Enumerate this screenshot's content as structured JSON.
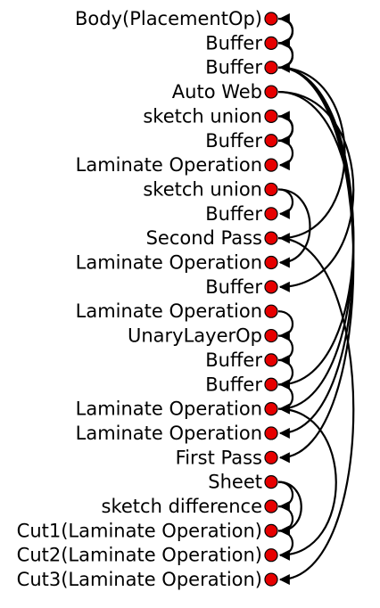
{
  "graph": {
    "colors": {
      "node_fill": "#e60000",
      "node_stroke": "#000000",
      "edge": "#000000",
      "text": "#000000"
    },
    "nodes": [
      {
        "id": 0,
        "label": "Body(PlacementOp)"
      },
      {
        "id": 1,
        "label": "Buffer"
      },
      {
        "id": 2,
        "label": "Buffer"
      },
      {
        "id": 3,
        "label": "Auto Web"
      },
      {
        "id": 4,
        "label": "sketch union"
      },
      {
        "id": 5,
        "label": "Buffer"
      },
      {
        "id": 6,
        "label": "Laminate Operation"
      },
      {
        "id": 7,
        "label": "sketch union"
      },
      {
        "id": 8,
        "label": "Buffer"
      },
      {
        "id": 9,
        "label": "Second Pass"
      },
      {
        "id": 10,
        "label": "Laminate Operation"
      },
      {
        "id": 11,
        "label": "Buffer"
      },
      {
        "id": 12,
        "label": "Laminate Operation"
      },
      {
        "id": 13,
        "label": "UnaryLayerOp"
      },
      {
        "id": 14,
        "label": "Buffer"
      },
      {
        "id": 15,
        "label": "Buffer"
      },
      {
        "id": 16,
        "label": "Laminate Operation"
      },
      {
        "id": 17,
        "label": "Laminate Operation"
      },
      {
        "id": 18,
        "label": "First Pass"
      },
      {
        "id": 19,
        "label": "Sheet"
      },
      {
        "id": 20,
        "label": "sketch difference"
      },
      {
        "id": 21,
        "label": "Cut1(Laminate Operation)"
      },
      {
        "id": 22,
        "label": "Cut2(Laminate Operation)"
      },
      {
        "id": 23,
        "label": "Cut3(Laminate Operation)"
      }
    ],
    "edges": [
      {
        "from": 0,
        "to": 1
      },
      {
        "from": 1,
        "to": 0
      },
      {
        "from": 1,
        "to": 2
      },
      {
        "from": 2,
        "to": 1
      },
      {
        "from": 2,
        "to": 9
      },
      {
        "from": 2,
        "to": 16
      },
      {
        "from": 2,
        "to": 17
      },
      {
        "from": 2,
        "to": 18
      },
      {
        "from": 3,
        "to": 11
      },
      {
        "from": 3,
        "to": 15
      },
      {
        "from": 4,
        "to": 5
      },
      {
        "from": 5,
        "to": 4
      },
      {
        "from": 5,
        "to": 6
      },
      {
        "from": 7,
        "to": 8
      },
      {
        "from": 7,
        "to": 10
      },
      {
        "from": 9,
        "to": 23
      },
      {
        "from": 12,
        "to": 13
      },
      {
        "from": 13,
        "to": 14
      },
      {
        "from": 14,
        "to": 15
      },
      {
        "from": 15,
        "to": 16
      },
      {
        "from": 16,
        "to": 22
      },
      {
        "from": 19,
        "to": 21
      },
      {
        "from": 19,
        "to": 20
      },
      {
        "from": 20,
        "to": 21
      },
      {
        "from": 21,
        "to": 22
      }
    ]
  }
}
